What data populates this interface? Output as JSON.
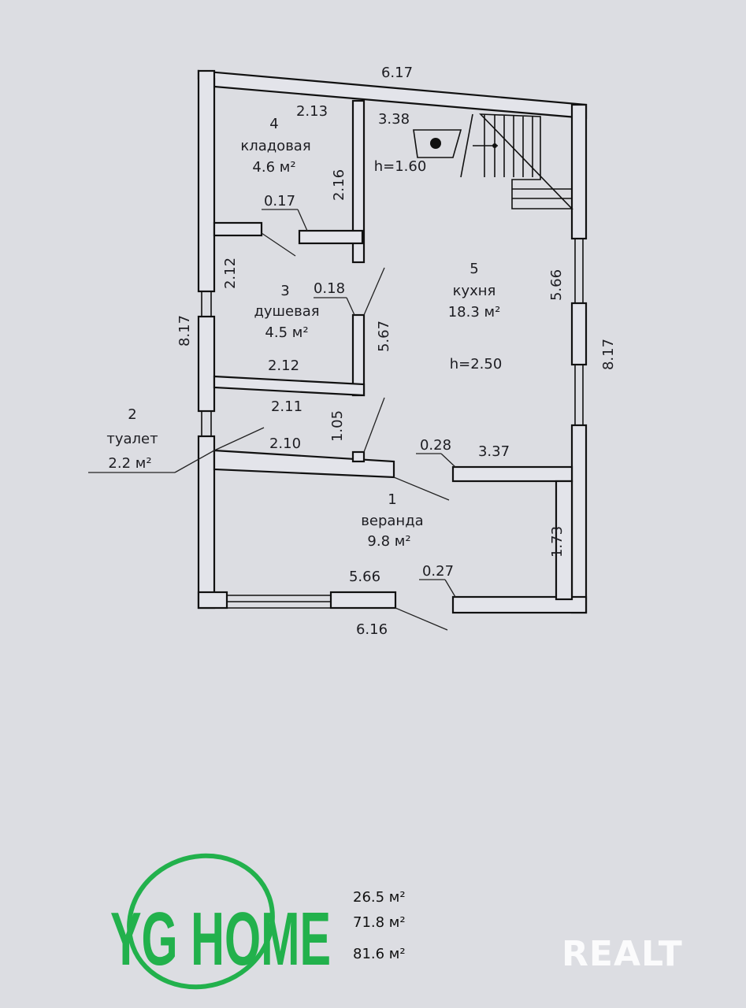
{
  "rooms": [
    {
      "number": "1",
      "name": "веранда",
      "area": "9.8 м²"
    },
    {
      "number": "2",
      "name": "туалет",
      "area": "2.2 м²"
    },
    {
      "number": "3",
      "name": "душевая",
      "area": "4.5 м²"
    },
    {
      "number": "4",
      "name": "кладовая",
      "area": "4.6 м²"
    },
    {
      "number": "5",
      "name": "кухня",
      "area": "18.3 м²"
    }
  ],
  "dimensions": {
    "top_total": "6.17",
    "pantry_width": "2.13",
    "stair_width": "3.38",
    "stair_height": "h=1.60",
    "pantry_depth": "2.16",
    "pantry_door": "0.17",
    "shower_depth": "2.12",
    "shower_door": "0.18",
    "shower_width": "2.12",
    "kitchen_partition": "5.67",
    "kitchen_right": "5.66",
    "kitchen_height": "h=2.50",
    "left_total": "8.17",
    "right_total": "8.17",
    "toilet_top": "2.11",
    "toilet_depth": "1.05",
    "toilet_bottom": "2.10",
    "kitchen_door": "0.28",
    "kitchen_bottom": "3.37",
    "veranda_right": "1.73",
    "veranda_inner": "5.66",
    "veranda_door": "0.27",
    "bottom_total": "6.16"
  },
  "totals": [
    "26.5 м²",
    "71.8 м²",
    "81.6 м²"
  ],
  "logo": {
    "text": "YG HOME",
    "color": "#22b14c"
  },
  "watermark": "REALT"
}
